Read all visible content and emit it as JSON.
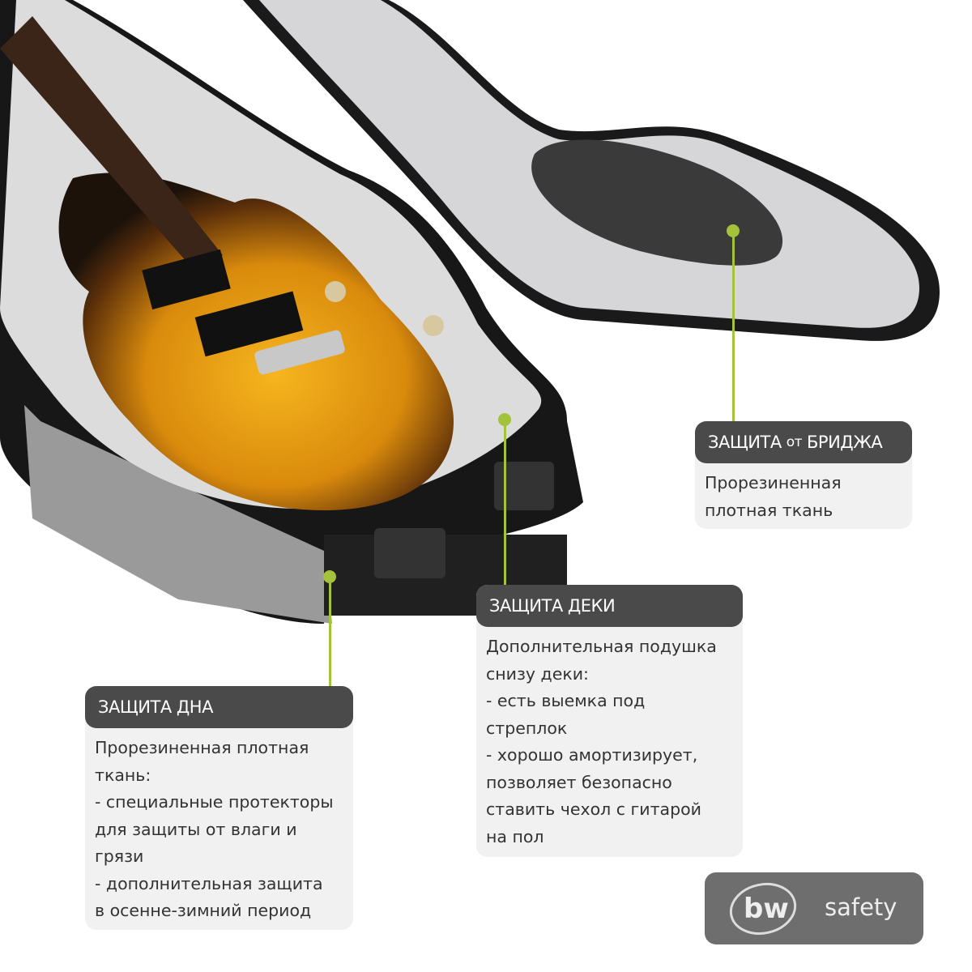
{
  "callouts": {
    "bridge": {
      "title_a": "ЗАЩИТА",
      "title_b": "от",
      "title_c": "БРИДЖА",
      "body": "Прорезиненная\nплотная ткань"
    },
    "deck": {
      "title": "ЗАЩИТА ДЕКИ",
      "body": "Дополнительная подушка\nснизу деки:\n- есть выемка под\nстреплок\n- хорошо амортизирует,\nпозволяет безопасно\nставить чехол с гитарой\nна пол"
    },
    "bottom": {
      "title": "ЗАЩИТА ДНА",
      "body": "Прорезиненная плотная\nткань:\n- специальные протекторы\n для защиты от влаги и\nгрязи\n- дополнительная защита\nв осенне-зимний период"
    }
  },
  "logo": {
    "mark": "bw",
    "word": "safety"
  },
  "colors": {
    "accent": "#a4c23a",
    "header": "#4a4a4a",
    "panel": "#f1f1f1"
  }
}
